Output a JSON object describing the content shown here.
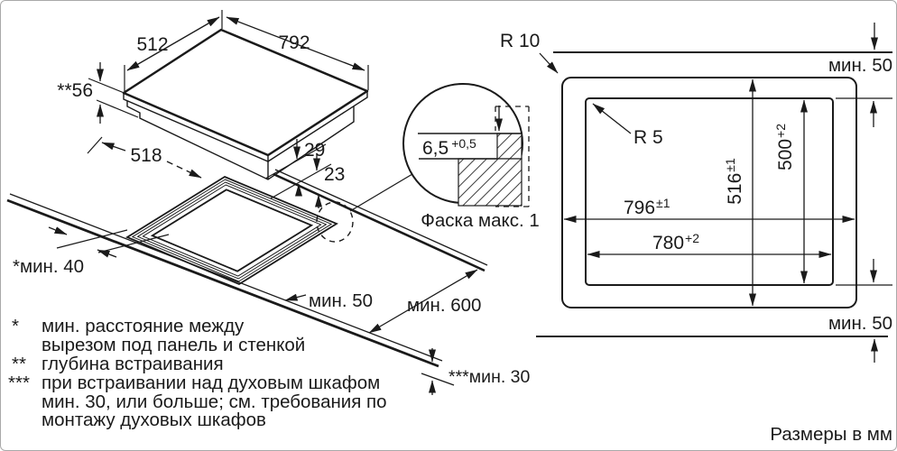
{
  "figure": {
    "units_note": "Размеры в мм",
    "iso": {
      "panel_depth": "512",
      "panel_width": "792",
      "build_in_depth": "**56",
      "chassis_width": "518",
      "h29": "29",
      "h23": "23",
      "min_wall": "*мин. 40",
      "min_front": "мин. 50",
      "min_worktop": "мин. 600",
      "min_oven": "***мин. 30"
    },
    "detail": {
      "depth": "6,5",
      "depth_tol": "+0,5",
      "caption": "Фаска макс. 1"
    },
    "cutout": {
      "r_outer": "R 10",
      "r_inner": "R 5",
      "min50_top": "мин. 50",
      "min50_bottom": "мин. 50",
      "outer_w": "796",
      "outer_w_tol": "±1",
      "outer_d": "516",
      "outer_d_tol": "±1",
      "inner_w": "780",
      "inner_w_tol": "+2",
      "inner_d": "500",
      "inner_d_tol": "+2"
    },
    "footnotes": {
      "m1": "*",
      "t1a": "мин. расстояние между",
      "t1b": "вырезом под панель и стенкой",
      "m2": "**",
      "t2a": "глубина встраивания",
      "m3": "***",
      "t3a": "при встраивании над духовым шкафом",
      "t3b": "мин. 30, или больше; см. требования по",
      "t3c": "монтажу духовых шкафов"
    }
  }
}
